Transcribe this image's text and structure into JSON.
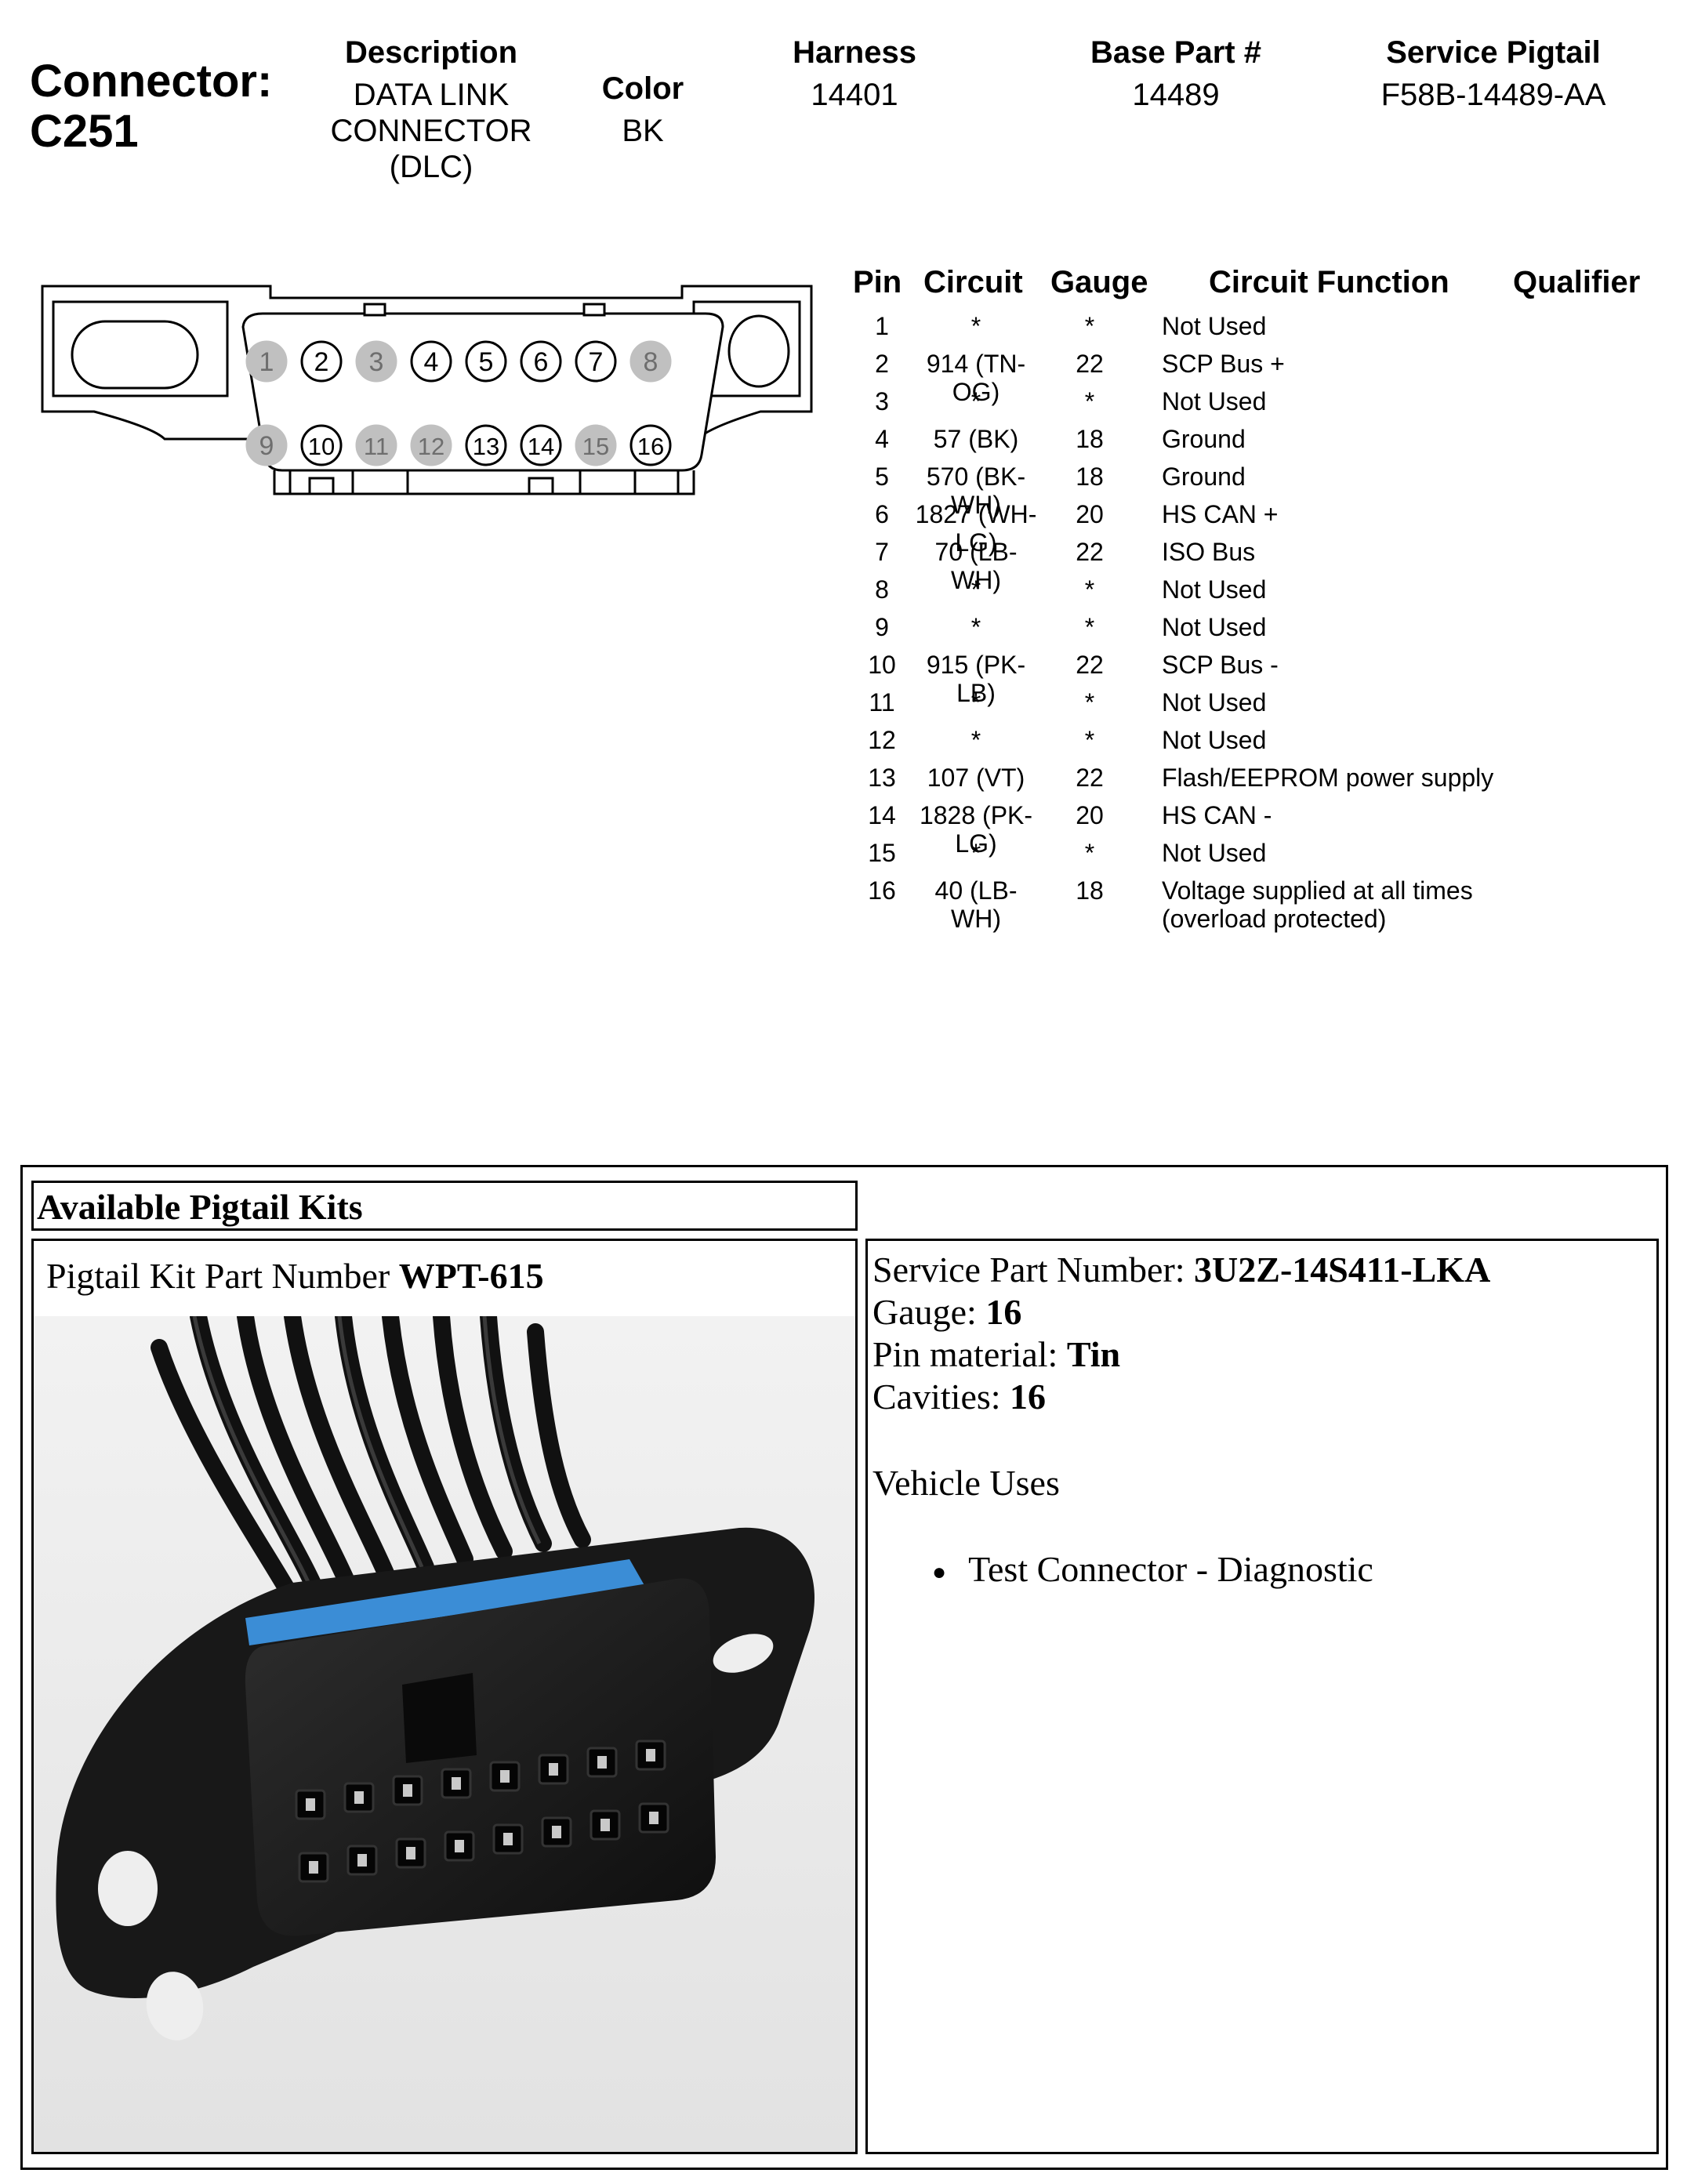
{
  "header": {
    "connector_label": "Connector:",
    "connector_id": "C251",
    "description_heading": "Description",
    "description_lines": [
      "DATA LINK",
      "CONNECTOR",
      "(DLC)"
    ],
    "color_heading": "Color",
    "color_value": "BK",
    "harness_heading": "Harness",
    "harness_value": "14401",
    "base_part_heading": "Base Part #",
    "base_part_value": "14489",
    "service_pigtail_heading": "Service Pigtail",
    "service_pigtail_value": "F58B-14489-AA"
  },
  "pin_diagram": {
    "top_row": [
      "1",
      "2",
      "3",
      "4",
      "5",
      "6",
      "7",
      "8"
    ],
    "bottom_row": [
      "9",
      "10",
      "11",
      "12",
      "13",
      "14",
      "15",
      "16"
    ],
    "unused_pins": [
      "1",
      "3",
      "8",
      "9",
      "11",
      "12",
      "15"
    ],
    "colors": {
      "used_fill": "#ffffff",
      "unused_fill": "#c0c0c0",
      "unused_text": "#6e6e6e",
      "stroke": "#000000"
    }
  },
  "pin_table": {
    "headers": {
      "pin": "Pin",
      "circuit": "Circuit",
      "gauge": "Gauge",
      "function": "Circuit Function",
      "qualifier": "Qualifier"
    },
    "rows": [
      {
        "pin": "1",
        "circuit": "*",
        "gauge": "*",
        "function": "Not Used"
      },
      {
        "pin": "2",
        "circuit": "914 (TN-\nOG)",
        "gauge": "22",
        "function": "SCP Bus +"
      },
      {
        "pin": "3",
        "circuit": "*",
        "gauge": "*",
        "function": "Not Used"
      },
      {
        "pin": "4",
        "circuit": "57 (BK)",
        "gauge": "18",
        "function": "Ground"
      },
      {
        "pin": "5",
        "circuit": "570 (BK-\nWH)",
        "gauge": "18",
        "function": "Ground"
      },
      {
        "pin": "6",
        "circuit": "1827 (WH-\nLG)",
        "gauge": "20",
        "function": "HS CAN +"
      },
      {
        "pin": "7",
        "circuit": "70 (LB-\nWH)",
        "gauge": "22",
        "function": "ISO Bus"
      },
      {
        "pin": "8",
        "circuit": "*",
        "gauge": "*",
        "function": "Not Used"
      },
      {
        "pin": "9",
        "circuit": "*",
        "gauge": "*",
        "function": "Not Used"
      },
      {
        "pin": "10",
        "circuit": "915 (PK-\nLB)",
        "gauge": "22",
        "function": "SCP Bus -"
      },
      {
        "pin": "11",
        "circuit": "*",
        "gauge": "*",
        "function": "Not Used"
      },
      {
        "pin": "12",
        "circuit": "*",
        "gauge": "*",
        "function": "Not Used"
      },
      {
        "pin": "13",
        "circuit": "107 (VT)",
        "gauge": "22",
        "function": "Flash/EEPROM power supply"
      },
      {
        "pin": "14",
        "circuit": "1828 (PK-\nLG)",
        "gauge": "20",
        "function": "HS CAN -"
      },
      {
        "pin": "15",
        "circuit": "*",
        "gauge": "*",
        "function": "Not Used"
      },
      {
        "pin": "16",
        "circuit": "40 (LB-\nWH)",
        "gauge": "18",
        "function": "Voltage supplied at all times\n(overload protected)"
      }
    ]
  },
  "kits": {
    "heading": "Available Pigtail Kits",
    "kit_part_label": "Pigtail Kit Part Number ",
    "kit_part_value": "WPT-615",
    "service_part_label": "Service Part Number: ",
    "service_part_value": "3U2Z-14S411-LKA",
    "gauge_label": "Gauge: ",
    "gauge_value": "16",
    "pin_material_label": "Pin material: ",
    "pin_material_value": "Tin",
    "cavities_label": "Cavities: ",
    "cavities_value": "16",
    "vehicle_uses_heading": "Vehicle Uses",
    "vehicle_uses": [
      "Test Connector - Diagnostic"
    ]
  }
}
